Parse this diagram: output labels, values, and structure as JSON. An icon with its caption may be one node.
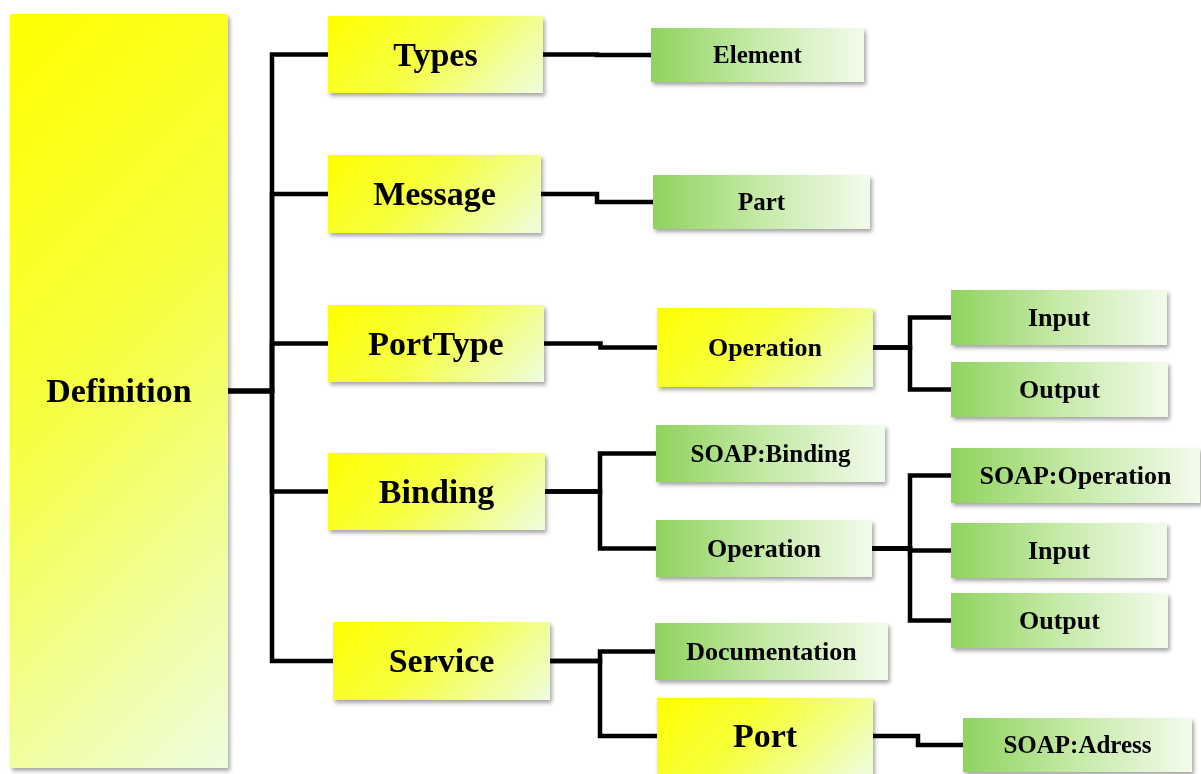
{
  "diagram": {
    "nodes": [
      {
        "text": [
          "Definition"
        ]
      },
      {
        "text": [
          "Types"
        ]
      },
      {
        "text": [
          "Message"
        ]
      },
      {
        "text": [
          "PortType"
        ]
      },
      {
        "text": [
          "Binding"
        ]
      },
      {
        "text": [
          "Service"
        ]
      },
      {
        "text": [
          "Element"
        ]
      },
      {
        "text": [
          "Part"
        ]
      },
      {
        "text": [
          "Operation"
        ]
      },
      {
        "text": [
          "Input"
        ]
      },
      {
        "text": [
          "Output"
        ]
      },
      {
        "text": [
          "SOAP:Binding"
        ]
      },
      {
        "text": [
          "Operation"
        ]
      },
      {
        "text": [
          "SOAP:Operation"
        ]
      },
      {
        "text": [
          "Input"
        ]
      },
      {
        "text": [
          "Output"
        ]
      },
      {
        "text": [
          "Documentation"
        ]
      },
      {
        "text": [
          "Port"
        ]
      },
      {
        "text": [
          "SOAP:Adress"
        ]
      }
    ],
    "edges": [
      {
        "from": 0,
        "to": 1,
        "arrow": "none"
      },
      {
        "from": 0,
        "to": 2,
        "arrow": "none"
      },
      {
        "from": 0,
        "to": 3,
        "arrow": "none"
      },
      {
        "from": 0,
        "to": 4,
        "arrow": "none"
      },
      {
        "from": 0,
        "to": 5,
        "arrow": "none"
      },
      {
        "from": 1,
        "to": 6,
        "arrow": "none"
      },
      {
        "from": 2,
        "to": 7,
        "arrow": "none"
      },
      {
        "from": 3,
        "to": 8,
        "arrow": "none"
      },
      {
        "from": 8,
        "to": 9,
        "arrow": "none"
      },
      {
        "from": 8,
        "to": 10,
        "arrow": "none"
      },
      {
        "from": 4,
        "to": 11,
        "arrow": "none"
      },
      {
        "from": 4,
        "to": 12,
        "arrow": "none"
      },
      {
        "from": 12,
        "to": 13,
        "arrow": "none"
      },
      {
        "from": 12,
        "to": 14,
        "arrow": "none"
      },
      {
        "from": 12,
        "to": 15,
        "arrow": "none"
      },
      {
        "from": 5,
        "to": 16,
        "arrow": "none"
      },
      {
        "from": 5,
        "to": 17,
        "arrow": "none"
      },
      {
        "from": 17,
        "to": 18,
        "arrow": "none"
      }
    ]
  }
}
